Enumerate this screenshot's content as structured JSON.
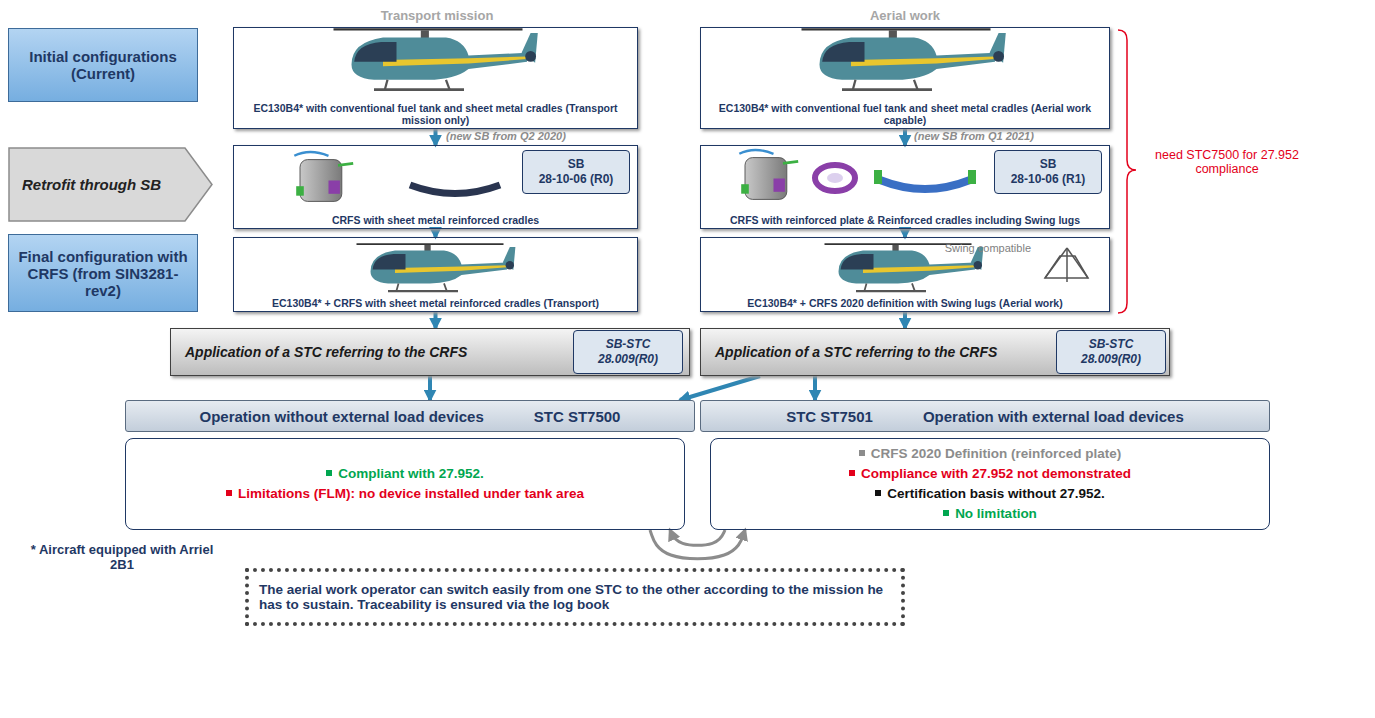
{
  "diagram": {
    "nodes": [
      {
        "text": [
          "Initial configurations (Current)"
        ]
      },
      {
        "text": [
          "EC130B4* with conventional fuel tank and sheet metal cradles (Transport mission only)"
        ]
      },
      {
        "text": [
          "EC130B4* with conventional fuel tank and sheet metal cradles (Aerial work capable)"
        ]
      },
      {
        "text": [
          "Retrofit through SB"
        ]
      },
      {
        "text": [
          "CRFS with sheet metal reinforced cradles"
        ]
      },
      {
        "text": [
          "SB",
          "28-10-06 (R0)"
        ],
        "in": 4
      },
      {
        "text": [
          "CRFS with reinforced plate & Reinforced cradles including Swing lugs"
        ]
      },
      {
        "text": [
          "SB",
          "28-10-06 (R1)"
        ],
        "in": 6
      },
      {
        "text": [
          "Final configuration with CRFS (from SIN3281-rev2)"
        ]
      },
      {
        "text": [
          "EC130B4* + CRFS with sheet metal reinforced cradles (Transport)"
        ]
      },
      {
        "text": [
          "Swing compatible",
          "EC130B4* + CRFS 2020 definition with Swing lugs (Aerial work)"
        ]
      },
      {
        "text": [
          "Application of a STC referring to the CRFS"
        ]
      },
      {
        "text": [
          "SB-STC",
          "28.009(R0)"
        ],
        "in": 11
      },
      {
        "text": [
          "Application of a STC referring to the CRFS"
        ]
      },
      {
        "text": [
          "SB-STC",
          "28.009(R0)"
        ],
        "in": 13
      },
      {
        "text": [
          "Operation without external load devices",
          "STC ST7500"
        ]
      },
      {
        "text": [
          "STC ST7501",
          "Operation with external load devices"
        ]
      },
      {
        "text": [
          "Compliant with 27.952.",
          "Limitations (FLM): no device installed under tank area"
        ]
      },
      {
        "text": [
          "CRFS 2020 Definition (reinforced plate)",
          "Compliance with 27.952 not demonstrated",
          "Certification basis without 27.952.",
          "No limitation"
        ]
      },
      {
        "text": [
          "The aerial work operator can switch easily from one STC to the other according to the mission he has to sustain. Traceability is ensured via the log book"
        ]
      }
    ],
    "edges": [
      {
        "from": 1,
        "to": 4,
        "arrow": "to"
      },
      {
        "from": 4,
        "to": 9,
        "arrow": "to"
      },
      {
        "from": 2,
        "to": 6,
        "arrow": "to"
      },
      {
        "from": 6,
        "to": 10,
        "arrow": "to"
      },
      {
        "from": 9,
        "to": 11,
        "arrow": "to"
      },
      {
        "from": 10,
        "to": 13,
        "arrow": "to"
      },
      {
        "from": 11,
        "to": 15,
        "arrow": "to"
      },
      {
        "from": 13,
        "to": 15,
        "arrow": "to"
      },
      {
        "from": 13,
        "to": 16,
        "arrow": "to"
      },
      {
        "from": 17,
        "to": 18,
        "arrow": "to"
      },
      {
        "from": 18,
        "to": 17,
        "arrow": "to"
      }
    ],
    "labels": [
      "Transport mission",
      "Aerial work",
      "(new SB from Q2 2020)",
      "(new SB from Q1 2021)",
      "need STC7500 for 27.952 compliance",
      "* Aircraft equipped with Arriel 2B1"
    ]
  }
}
